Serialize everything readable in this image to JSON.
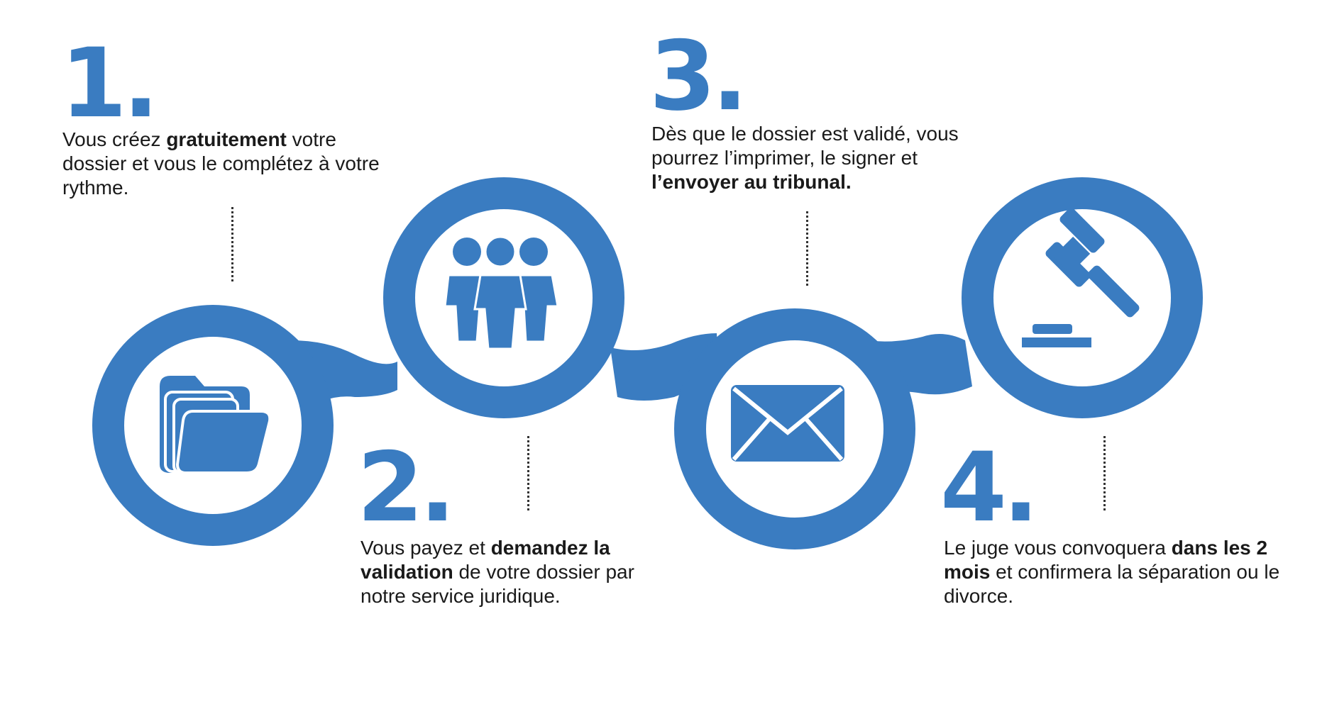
{
  "accent_color": "#3a7cc1",
  "steps": [
    {
      "number": "1.",
      "icon": "folder-icon",
      "text_before": "Vous créez ",
      "text_bold": "gratuitement",
      "text_after": " votre dossier et vous le complétez à votre rythme."
    },
    {
      "number": "2.",
      "icon": "people-icon",
      "text_before": "Vous payez et ",
      "text_bold": "demandez la validation",
      "text_after": " de votre dossier par notre service juridique."
    },
    {
      "number": "3.",
      "icon": "envelope-icon",
      "text_before": "Dès que le dossier est validé, vous pourrez l’imprimer, le signer et ",
      "text_bold": "l’envoyer au tribunal.",
      "text_after": ""
    },
    {
      "number": "4.",
      "icon": "gavel-icon",
      "text_before": "Le juge vous convoquera ",
      "text_bold": "dans les 2 mois",
      "text_after": " et confirmera la séparation ou le divorce."
    }
  ]
}
